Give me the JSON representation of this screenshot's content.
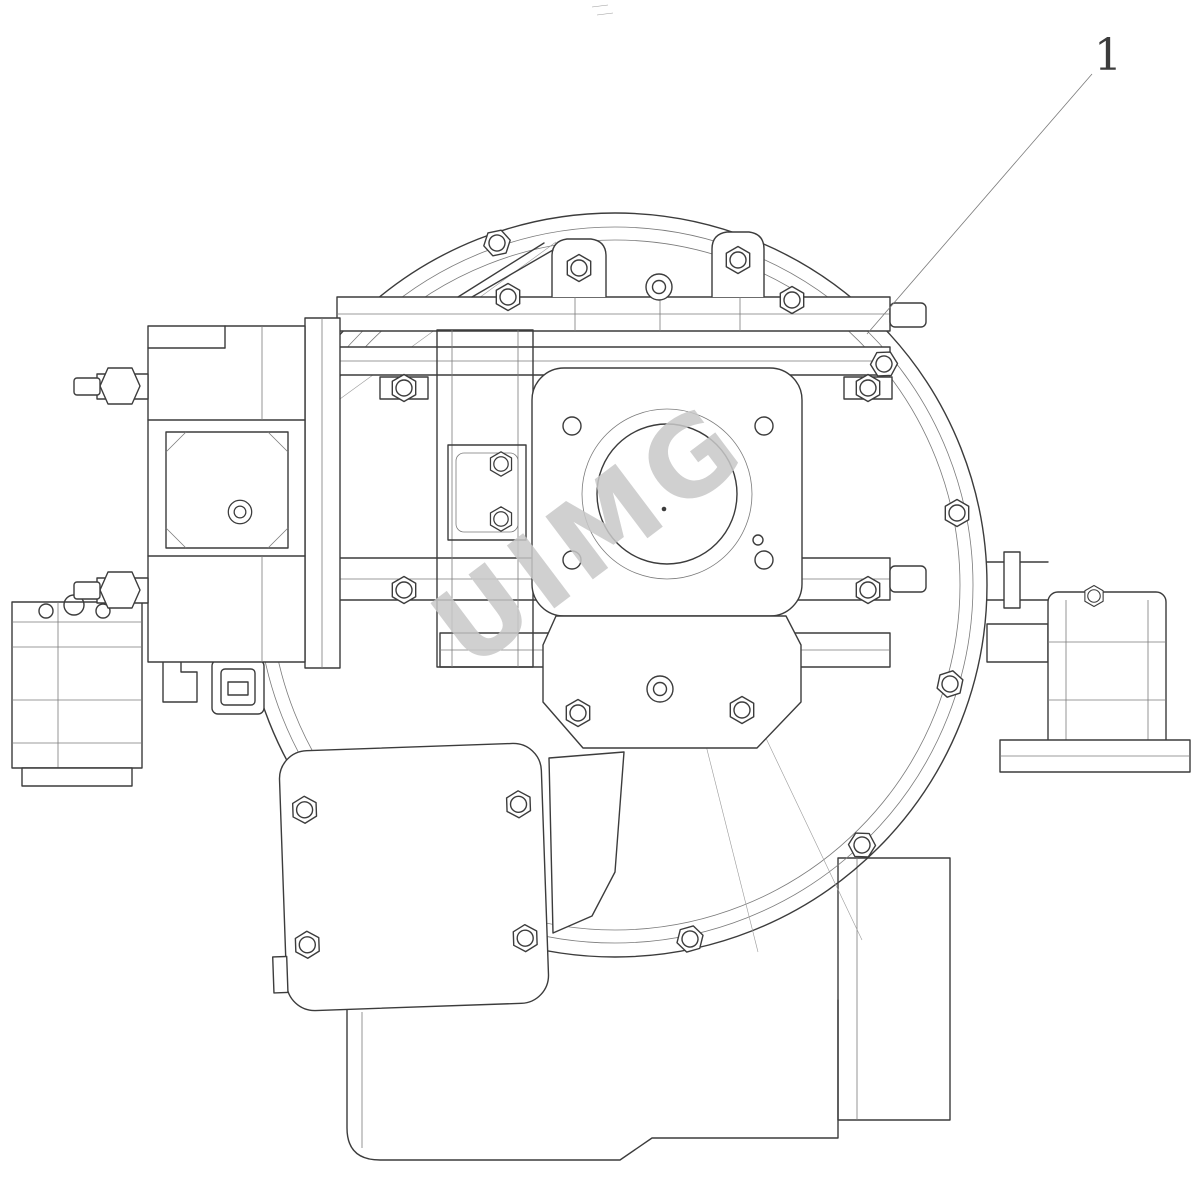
{
  "drawing": {
    "kind": "technical-part-diagram",
    "callouts": [
      {
        "id": "1",
        "label": "1"
      }
    ],
    "watermark": "UIMG",
    "colors": {
      "line": "#3c3c3c",
      "thin_line": "#7a7a7a",
      "hairline": "#9a9a9a",
      "watermark": "#c8c8c8",
      "background": "#ffffff"
    }
  }
}
